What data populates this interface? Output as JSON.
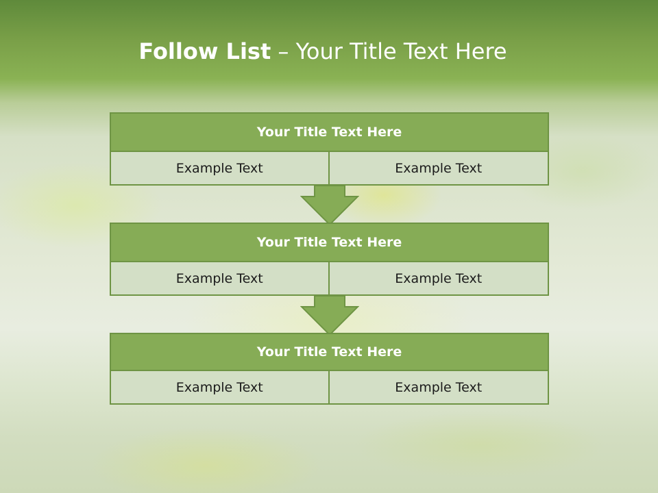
{
  "slide": {
    "title_bold": "Follow List",
    "title_rest": " – Your Title Text Here"
  },
  "steps": [
    {
      "title": "Your Title Text Here",
      "left": "Example Text",
      "right": "Example Text"
    },
    {
      "title": "Your Title Text Here",
      "left": "Example Text",
      "right": "Example Text"
    },
    {
      "title": "Your Title Text Here",
      "left": "Example Text",
      "right": "Example Text"
    }
  ],
  "colors": {
    "header_fill": "#86ac56",
    "cell_fill": "#d3dfc6",
    "border": "#6e9444",
    "arrow_fill": "#86ac56"
  }
}
